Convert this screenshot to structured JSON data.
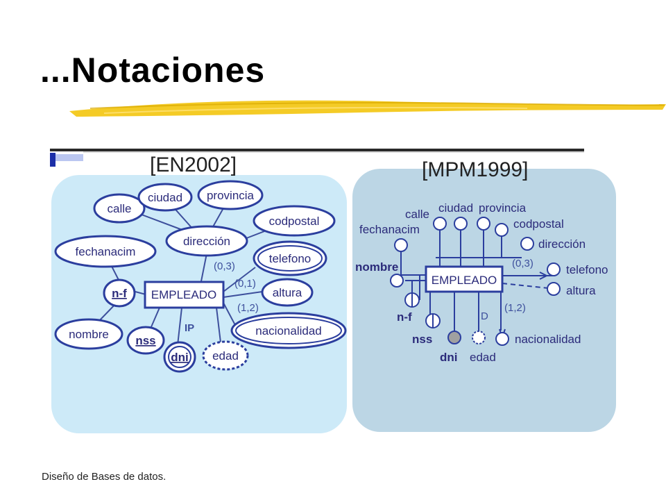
{
  "slide": {
    "title": "...Notaciones",
    "footer": "Diseño de Bases de datos."
  },
  "colors": {
    "accent_stroke": "#f2c200",
    "left_panel": "#cdeaf8",
    "right_panel": "#bcd6e5",
    "entity_stroke": "#2b3e9e",
    "node_fill": "#ffffff",
    "dni_fill": "#a0a0a0"
  },
  "left_diagram": {
    "label": "[EN2002]",
    "entity": "EMPLEADO",
    "attributes": {
      "calle": "calle",
      "ciudad": "ciudad",
      "provincia": "provincia",
      "codpostal": "codpostal",
      "direccion": "dirección",
      "fechanacim": "fechanacim",
      "telefono": "telefono",
      "altura": "altura",
      "nacionalidad": "nacionalidad",
      "nf": "n-f",
      "nombre": "nombre",
      "nss": "nss",
      "dni": "dni",
      "edad": "edad"
    },
    "card_telefono": "(0,3)",
    "card_altura": "(0,1)",
    "card_nacionalidad": "(1,2)",
    "ip_label": "IP"
  },
  "right_diagram": {
    "label": "[MPM1999]",
    "entity": "EMPLEADO",
    "attributes": {
      "calle": "calle",
      "ciudad": "ciudad",
      "provincia": "provincia",
      "codpostal": "codpostal",
      "direccion": "dirección",
      "fechanacim": "fechanacim",
      "nombre": "nombre",
      "telefono": "telefono",
      "altura": "altura",
      "nf": "n-f",
      "nss": "nss",
      "dni": "dni",
      "edad": "edad",
      "nacionalidad": "nacionalidad"
    },
    "card_telefono": "(0,3)",
    "card_nacionalidad": "(1,2)",
    "d_label": "D"
  }
}
